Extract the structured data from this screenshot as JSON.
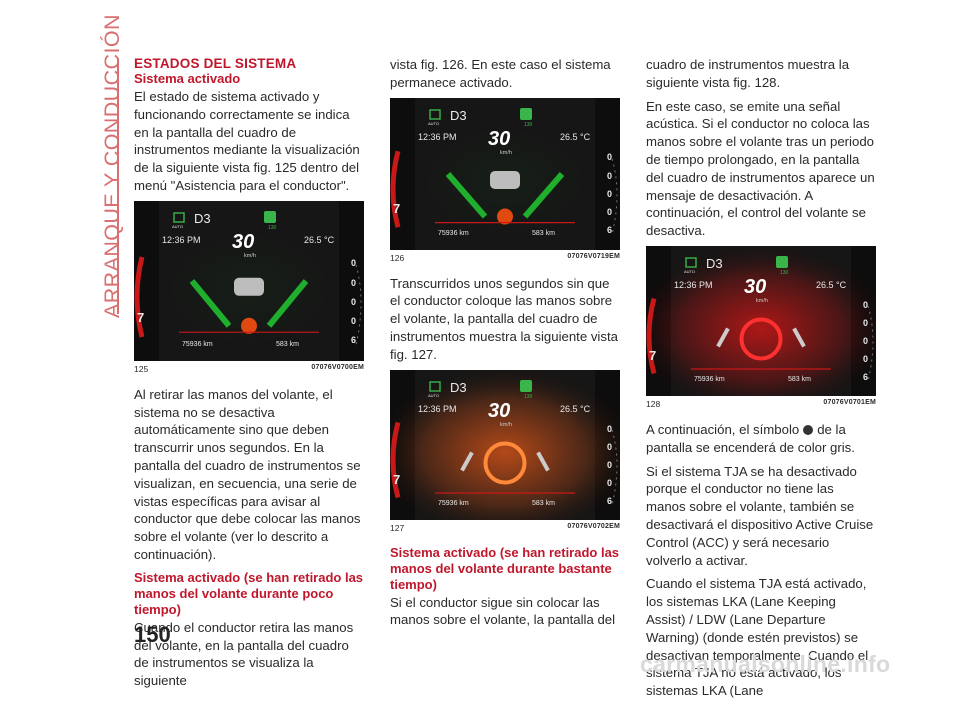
{
  "side_title": "ARRANQUE Y CONDUCCIÓN",
  "page_number": "150",
  "watermark": "carmanualsonline.info",
  "col1": {
    "section_title": "ESTADOS DEL SISTEMA",
    "sub1": "Sistema activado",
    "p1": "El estado de sistema activado y funcionando correctamente se indica en la pantalla del cuadro de instrumentos mediante la visualización de la siguiente vista fig. 125 dentro del menú \"Asistencia para el conductor\".",
    "fig_num": "125",
    "fig_code": "07076V0700EM",
    "p2": "Al retirar las manos del volante, el sistema no se desactiva automáticamente sino que deben transcurrir unos segundos. En la pantalla del cuadro de instrumentos se visualizan, en secuencia, una serie de vistas específicas para avisar al conductor que debe colocar las manos sobre el volante (ver lo descrito a continuación).",
    "sub2": "Sistema activado (se han retirado las manos del volante durante poco tiempo)",
    "p3": "Cuando el conductor retira las manos del volante, en la pantalla del cuadro de instrumentos se visualiza la siguiente"
  },
  "col2": {
    "p1": "vista fig. 126. En este caso el sistema permanece activado.",
    "fig1_num": "126",
    "fig1_code": "07076V0719EM",
    "p2": "Transcurridos unos segundos sin que el conductor coloque las manos sobre el volante, la pantalla del cuadro de instrumentos muestra la siguiente vista fig. 127.",
    "fig2_num": "127",
    "fig2_code": "07076V0702EM",
    "sub1": "Sistema activado (se han retirado las manos del volante durante bastante tiempo)",
    "p3": "Si el conductor sigue sin colocar las manos sobre el volante, la pantalla del"
  },
  "col3": {
    "p1": "cuadro de instrumentos muestra la siguiente vista fig. 128.",
    "p2": "En este caso, se emite una señal acústica. Si el conductor no coloca las manos sobre el volante tras un periodo de tiempo prolongado, en la pantalla del cuadro de instrumentos aparece un mensaje de desactivación. A continuación, el control del volante se desactiva.",
    "fig_num": "128",
    "fig_code": "07076V0701EM",
    "p3a": "A continuación, el símbolo",
    "p3b": "de la pantalla se encenderá de color gris.",
    "p4": "Si el sistema TJA se ha desactivado porque el conductor no tiene las manos sobre el volante, también se desactivará el dispositivo Active Cruise Control (ACC) y será necesario volverlo a activar.",
    "p5": "Cuando el sistema TJA está activado, los sistemas LKA (Lane Keeping Assist) / LDW (Lane Departure Warning) (donde estén previstos) se desactivan temporalmente. Cuando el sistema TJA no está activado, los sistemas LKA (Lane"
  },
  "display": {
    "gear": "D3",
    "time": "12:36",
    "ampm": "PM",
    "speed": "30",
    "speed_unit": "km/h",
    "temp": "26.5",
    "temp_unit": "°C",
    "odometer": "75936",
    "odo_unit": "km",
    "range": "583",
    "range_unit": "km",
    "speed_limit": "130",
    "auto": "AUTO",
    "tach_7": "7",
    "speedo_marks": [
      "0",
      "0",
      "0",
      "0",
      "6"
    ]
  },
  "colors": {
    "accent": "#c0172c",
    "side": "#d96f70",
    "green": "#22c832",
    "orange": "#e85a1a",
    "red": "#e01818"
  }
}
